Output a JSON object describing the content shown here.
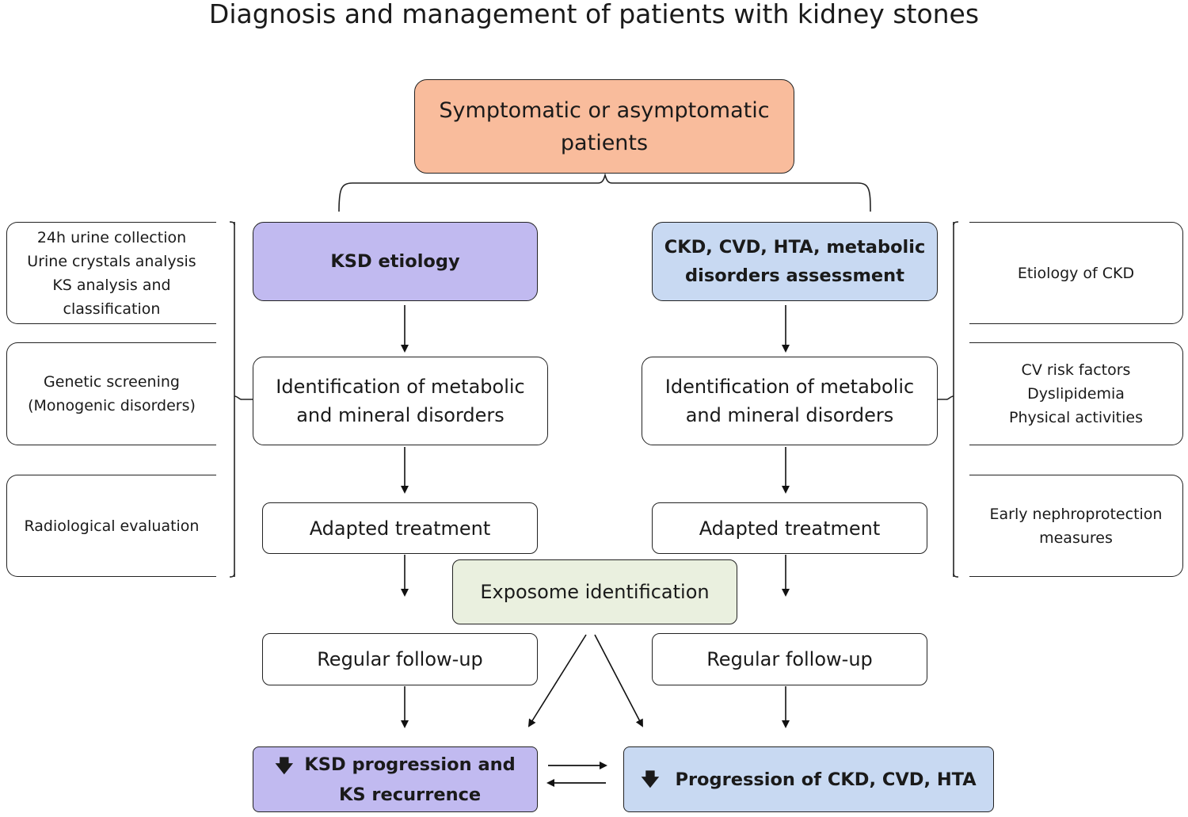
{
  "title": "Diagnosis and management of patients with kidney stones",
  "top_box": "Symptomatic or asymptomatic\npatients",
  "left_column": {
    "header": "KSD etiology",
    "identification": "Identification of metabolic\nand mineral disorders",
    "treatment": "Adapted  treatment",
    "followup": "Regular follow-up",
    "outcome": "KSD progression and\nKS recurrence",
    "outcome_icon": "down-arrow-icon"
  },
  "right_column": {
    "header": "CKD, CVD, HTA, metabolic\ndisorders assessment",
    "identification": "Identification of metabolic\nand mineral disorders",
    "treatment": "Adapted  treatment",
    "followup": "Regular follow-up",
    "outcome": "Progression of CKD, CVD, HTA",
    "outcome_icon": "down-arrow-icon"
  },
  "exposome": "Exposome identification",
  "left_side_items": [
    "24h urine collection\nUrine crystals analysis\nKS analysis  and\nclassification",
    "Genetic screening\n(Monogenic disorders)",
    "Radiological evaluation"
  ],
  "right_side_items": [
    "Etiology of CKD",
    "CV risk factors\nDyslipidemia\nPhysical activities",
    "Early nephroprotection\nmeasures"
  ],
  "colors": {
    "top": "#f9bc9c",
    "ksd": "#c1baf0",
    "ckd": "#c8d9f2",
    "exposome": "#eaf0df"
  }
}
